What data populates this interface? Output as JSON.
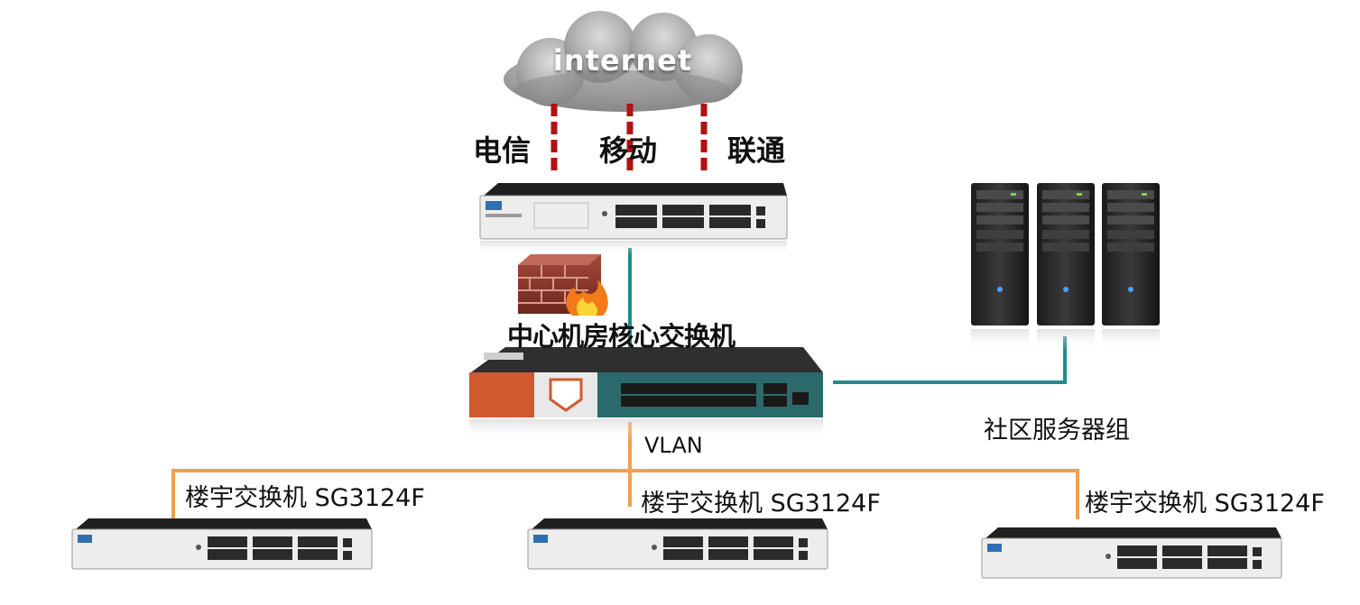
{
  "cloud": {
    "label": "internet",
    "icon": "cloud-icon"
  },
  "isps": [
    {
      "name": "电信"
    },
    {
      "name": "移动"
    },
    {
      "name": "联通"
    }
  ],
  "core": {
    "title": "中心机房核心交换机"
  },
  "vlan": {
    "label": "VLAN"
  },
  "servers": {
    "label": "社区服务器组",
    "count": 3
  },
  "buildings": [
    {
      "label": "楼宇交换机 SG3124F"
    },
    {
      "label": "楼宇交换机 SG3124F"
    },
    {
      "label": "楼宇交换机 SG3124F"
    }
  ],
  "colors": {
    "isp_link": "#b11212",
    "uplink": "#1f8c8c",
    "vlan_link": "#f0a050",
    "core_body": "#2a6a6a",
    "core_brand": "#d05a2e",
    "switch_body": "#2b2b2b"
  }
}
